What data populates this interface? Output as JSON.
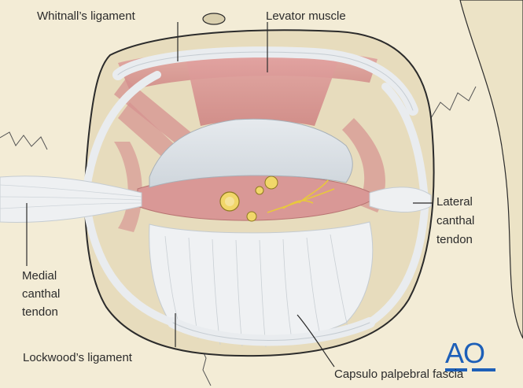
{
  "labels": {
    "whitnall": "Whitnall’s ligament",
    "levator": "Levator muscle",
    "lateral_1": "Lateral",
    "lateral_2": "canthal",
    "lateral_3": "tendon",
    "medial_1": "Medial",
    "medial_2": "canthal",
    "medial_3": "tendon",
    "lockwood": "Lockwood’s ligament",
    "capsulo": "Capsulo palpebral fascia"
  },
  "logo": {
    "text": "AO",
    "color": "#1d5fb8"
  },
  "colors": {
    "background": "#f3ecd6",
    "orbit_fill": "#e7dcbd",
    "muscle": "#d98f8f",
    "ligament": "#eceef0",
    "outline": "#2b2b2b",
    "nerve": "#e8c83c"
  }
}
